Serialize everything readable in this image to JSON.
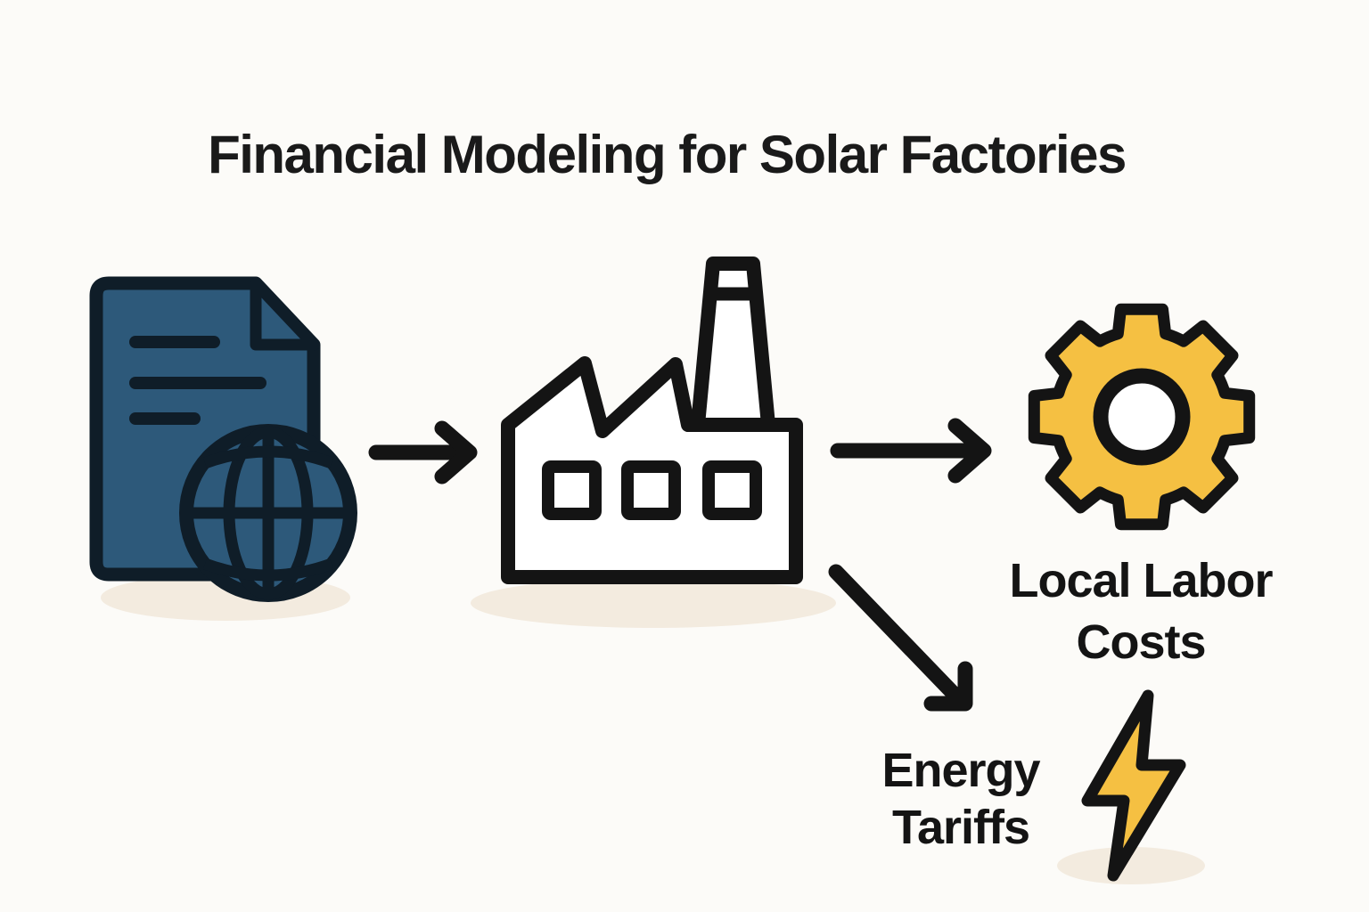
{
  "title": "Financial Modeling for Solar Factories",
  "diagram": {
    "nodes": {
      "inputs": {
        "icon": "document-globe-icon"
      },
      "factory": {
        "icon": "factory-icon"
      },
      "labor": {
        "icon": "gear-icon",
        "caption": "Local Labor Costs"
      },
      "energy": {
        "icon": "lightning-bolt-icon",
        "caption": "Energy Tariffs"
      }
    },
    "connections": [
      {
        "from": "inputs",
        "to": "factory",
        "style": "arrow-right"
      },
      {
        "from": "factory",
        "to": "labor",
        "style": "arrow-right"
      },
      {
        "from": "factory",
        "to": "energy",
        "style": "arrow-down-right"
      }
    ],
    "colors": {
      "background": "#fcfbf8",
      "ink": "#141414",
      "document_blue": "#2d597a",
      "document_outline": "#0f1d28",
      "accent_yellow": "#f5c042",
      "shadow_beige": "#f3ebdf",
      "icon_fill_white": "#ffffff"
    }
  }
}
